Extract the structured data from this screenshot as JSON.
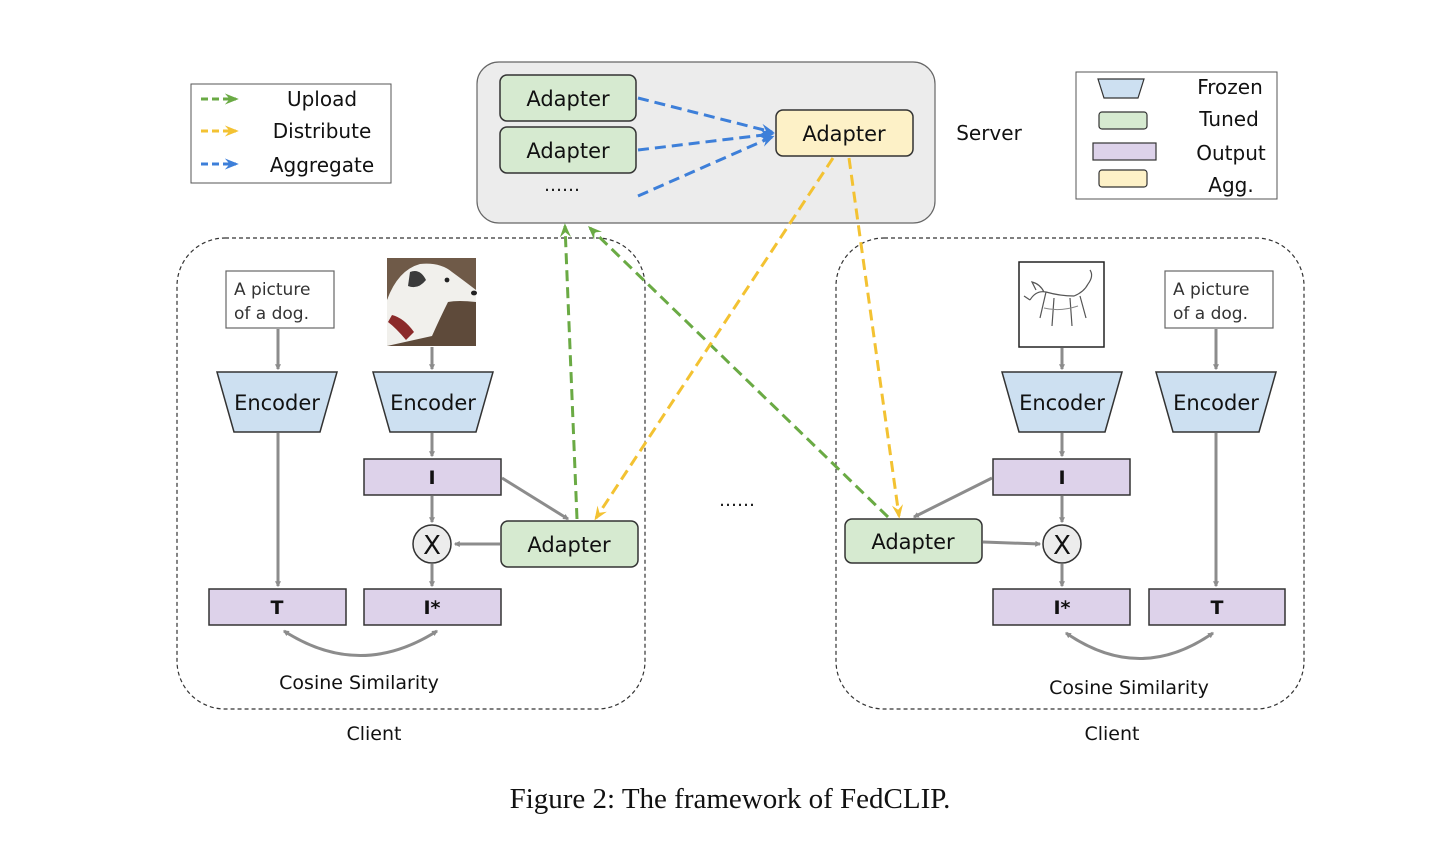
{
  "legend_arrows": {
    "upload": "Upload",
    "distribute": "Distribute",
    "aggregate": "Aggregate"
  },
  "legend_boxes": {
    "frozen": "Frozen",
    "tuned": "Tuned",
    "output": "Output",
    "agg": "Agg."
  },
  "server": {
    "label": "Server",
    "adapter_1": "Adapter",
    "adapter_2": "Adapter",
    "ellipsis": "……",
    "agg_adapter": "Adapter"
  },
  "client_left": {
    "text_prompt": "A picture of a dog.",
    "prompt_line1": "A picture",
    "prompt_line2": "of a dog.",
    "text_encoder": "Encoder",
    "image_encoder": "Encoder",
    "i_feature": "I",
    "multiply": "X",
    "adapter": "Adapter",
    "t_output": "T",
    "i_star_output": "I*",
    "similarity": "Cosine Similarity",
    "label": "Client"
  },
  "client_right": {
    "prompt_line1": "A picture",
    "prompt_line2": "of a dog.",
    "image_encoder": "Encoder",
    "text_encoder": "Encoder",
    "i_feature": "I",
    "multiply": "X",
    "adapter": "Adapter",
    "i_star_output": "I*",
    "t_output": "T",
    "similarity": "Cosine Similarity",
    "label": "Client"
  },
  "middle_ellipsis": "……",
  "caption": "Figure 2: The framework of FedCLIP.",
  "colors": {
    "frozen": "#cde0f1",
    "tuned": "#d6ead0",
    "output": "#ddd2ea",
    "agg": "#fdf1c7",
    "upload": "#6aaa44",
    "distribute": "#f3c232",
    "aggregate": "#3d7fd9",
    "arrow_gray": "#8c8c8c",
    "server_bg": "#ececec"
  }
}
